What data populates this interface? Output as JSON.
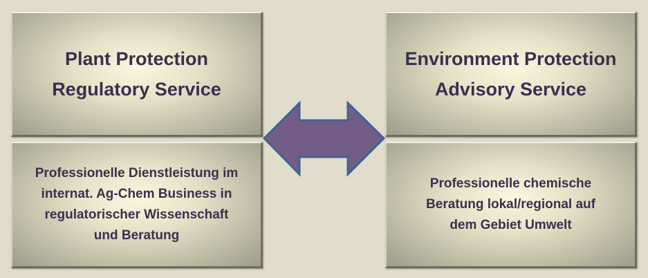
{
  "left": {
    "title_lines": [
      "Plant Protection",
      "Regulatory Service"
    ],
    "desc_lines": [
      "Professionelle Dienstleistung im",
      "internat.  Ag-Chem Business in",
      "regulatorischer Wissenschaft",
      "und Beratung"
    ]
  },
  "right": {
    "title_lines": [
      "Environment Protection",
      "Advisory Service"
    ],
    "desc_lines": [
      "Professionelle chemische",
      "Beratung lokal/regional auf",
      "dem Gebiet Umwelt"
    ]
  },
  "colors": {
    "arrow_fill": "#735c85",
    "arrow_stroke": "#3d6496",
    "text": "#3a2f4e",
    "background": "#e1dccb"
  }
}
